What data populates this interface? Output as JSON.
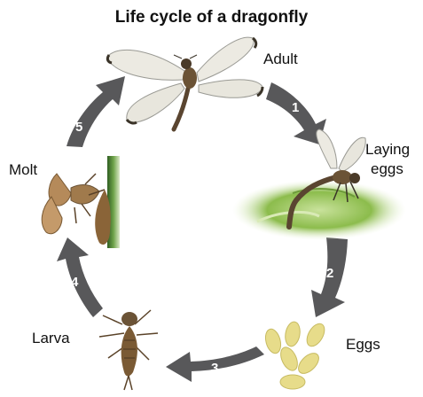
{
  "title": "Life cycle of a dragonfly",
  "stages": {
    "adult": "Adult",
    "laying_eggs_line1": "Laying",
    "laying_eggs_line2": "eggs",
    "eggs": "Eggs",
    "larva": "Larva",
    "molt": "Molt"
  },
  "steps": [
    "1",
    "2",
    "3",
    "4",
    "5"
  ],
  "colors": {
    "arrow": "#58585a",
    "water": "#8cbc4c",
    "egg": "#e7dc8a",
    "insect_body": "#7a5a34",
    "wing": "#eceae2",
    "leaf": "#5e8a3a"
  }
}
